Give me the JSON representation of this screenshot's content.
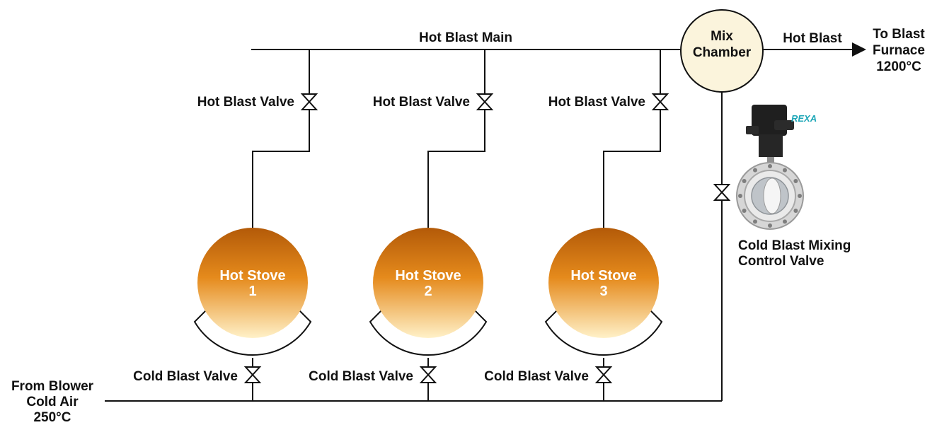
{
  "colors": {
    "stove_top": "#B35A08",
    "stove_bottom": "#FFF1C8",
    "mix_chamber_fill": "#FBF4DC",
    "line": "#111111",
    "logo": "#1EA7B7"
  },
  "labels": {
    "hot_blast_main": "Hot Blast Main",
    "mix_chamber_line1": "Mix",
    "mix_chamber_line2": "Chamber",
    "hot_blast": "Hot Blast",
    "to_blast_furnace_line1": "To Blast",
    "to_blast_furnace_line2": "Furnace",
    "to_blast_furnace_line3": "1200°C",
    "from_blower_line1": "From Blower",
    "from_blower_line2": "Cold Air",
    "from_blower_line3": "250°C",
    "mixing_valve_line1": "Cold Blast Mixing",
    "mixing_valve_line2": "Control Valve",
    "logo_text": "REXA"
  },
  "stoves": [
    {
      "title": "Hot Stove",
      "number": "1",
      "hot_valve_label": "Hot Blast Valve",
      "cold_valve_label": "Cold Blast Valve"
    },
    {
      "title": "Hot Stove",
      "number": "2",
      "hot_valve_label": "Hot Blast Valve",
      "cold_valve_label": "Cold Blast Valve"
    },
    {
      "title": "Hot Stove",
      "number": "3",
      "hot_valve_label": "Hot Blast Valve",
      "cold_valve_label": "Cold Blast Valve"
    }
  ]
}
